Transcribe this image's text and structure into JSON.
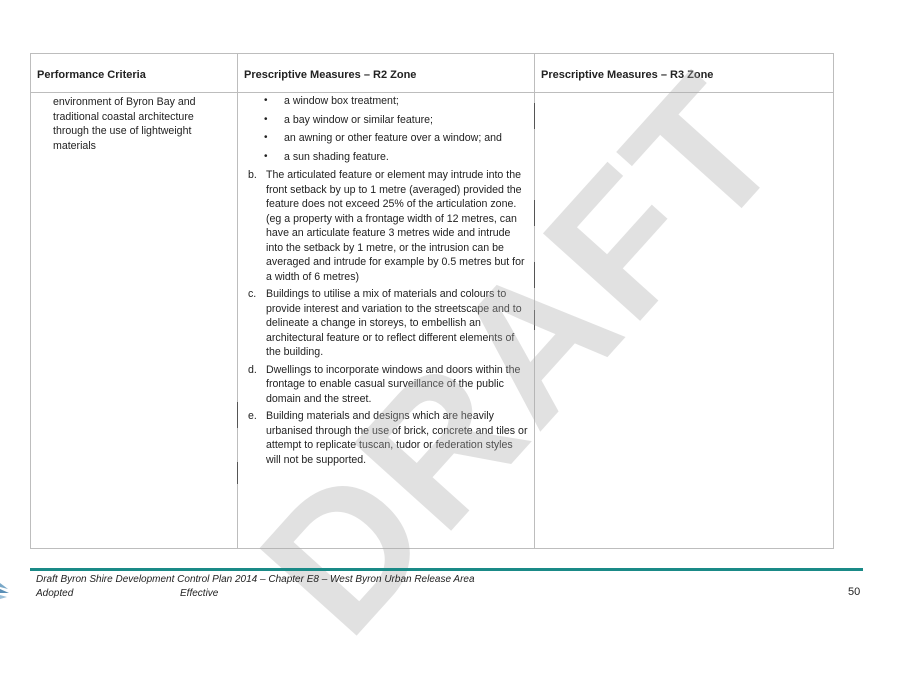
{
  "table": {
    "headers": [
      "Performance Criteria",
      "Prescriptive Measures – R2 Zone",
      "Prescriptive Measures – R3 Zone"
    ],
    "criteria_text": "environment of Byron Bay and traditional coastal architecture through the use of lightweight materials",
    "bullets": [
      "a window box treatment;",
      "a bay window or similar feature;",
      "an awning or other feature over a window; and",
      "a sun shading feature."
    ],
    "measures": [
      {
        "letter": "b.",
        "text": "The articulated feature or element may intrude into the front setback by up to 1 metre (averaged) provided the feature does not exceed 25% of the articulation zone. (eg a property with a frontage width of 12 metres, can have an articulate feature 3 metres wide and intrude into the setback by 1 metre, or the intrusion can be averaged and intrude for example by 0.5 metres but for a width of 6 metres)"
      },
      {
        "letter": "c.",
        "text": "Buildings to utilise a mix of materials and colours to provide interest and variation to the streetscape and to delineate a change in storeys, to embellish an architectural feature or to reflect different elements of the building."
      },
      {
        "letter": "d.",
        "text": "Dwellings to incorporate windows and doors within the frontage to enable casual surveillance of the public domain and the street."
      },
      {
        "letter": "e.",
        "text": "Building materials and designs which are heavily urbanised through the use of brick, concrete and tiles or attempt to replicate tuscan, tudor or federation styles will not be supported."
      }
    ],
    "r3_text": ""
  },
  "watermark": "DRAFT",
  "footer": {
    "title": "Draft Byron Shire Development Control Plan 2014 – Chapter E8 – West Byron Urban Release Area",
    "status": "Adopted",
    "effective": "Effective",
    "page_number": "50"
  },
  "colors": {
    "rule": "#1a8a87",
    "border": "#bdbdbd"
  },
  "icons": {
    "bullet": "bullet-dot-icon",
    "logo": "council-logo-icon"
  }
}
